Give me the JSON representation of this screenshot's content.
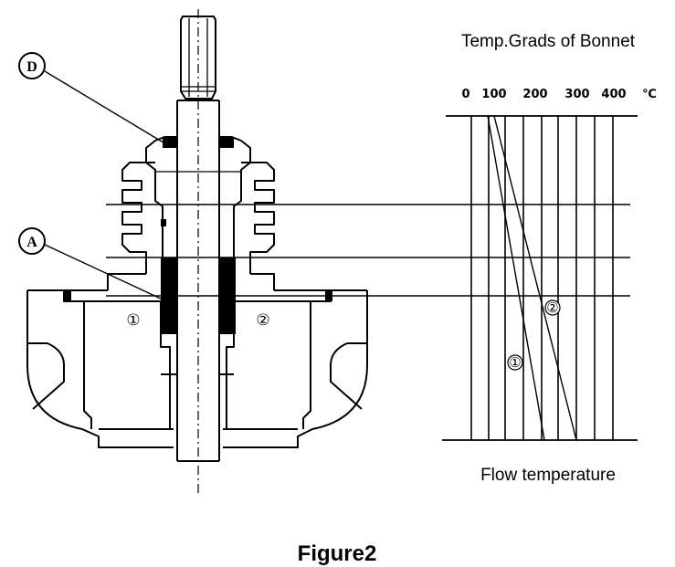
{
  "diagram": {
    "callouts": {
      "d": "D",
      "a": "A"
    },
    "zone_markers": {
      "zone_1": "①",
      "zone_2": "②"
    },
    "gradient_chart": {
      "title": "Temp.Grads of Bonnet",
      "xlabel": "Flow temperature",
      "unit": "℃",
      "tick_labels": [
        "0",
        "100",
        "200",
        "300",
        "400"
      ]
    },
    "caption": "Figure2"
  }
}
